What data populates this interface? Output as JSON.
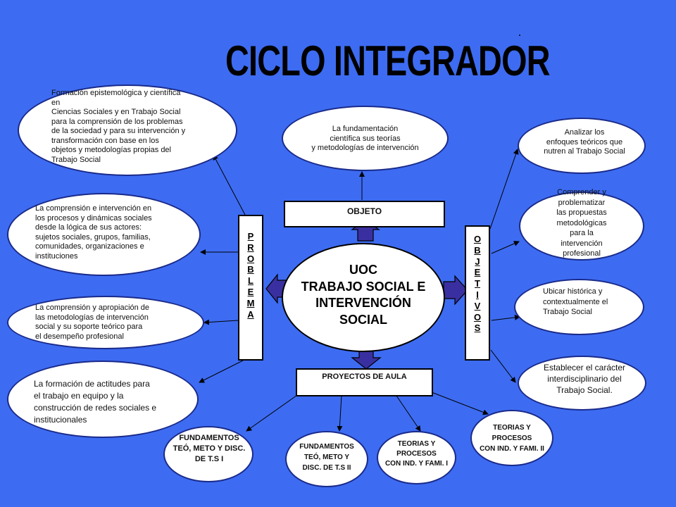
{
  "title": "CICLO INTEGRADOR",
  "center": [
    "UOC",
    "TRABAJO SOCIAL  E",
    "INTERVENCIÓN",
    "SOCIAL"
  ],
  "objeto": {
    "label": "OBJETO",
    "text": [
      "La fundamentación",
      "científica sus teorías",
      "y metodologías de intervención"
    ]
  },
  "problema": {
    "letters": [
      "P",
      "R",
      "O",
      "B",
      "L",
      "E",
      "M",
      "A"
    ],
    "items": [
      [
        "Formación epistemológica y científica",
        "en",
        " Ciencias Sociales y en Trabajo Social",
        "para la comprensión de los problemas",
        "de la sociedad y para su intervención  y",
        "transformación con base en los",
        " objetos y metodologías propias del",
        "Trabajo Social"
      ],
      [
        "La comprensión e intervención en",
        "los procesos y dinámicas sociales",
        "desde la lógica de sus actores:",
        "sujetos sociales, grupos, familias,",
        "comunidades, organizaciones e",
        "instituciones"
      ],
      [
        "La comprensión y apropiación de",
        "las metodologías de intervención",
        " social y su soporte teórico para",
        "el desempeño profesional"
      ],
      [
        "La   formación de actitudes para",
        "el trabajo en equipo y la",
        "construcción de redes sociales e",
        "institucionales"
      ]
    ]
  },
  "objetivos": {
    "letters": [
      "O",
      "B",
      "J",
      "E",
      "T",
      "I",
      "V",
      "O",
      "S"
    ],
    "items": [
      [
        "Analizar los",
        "enfoques teóricos que",
        "nutren al Trabajo Social"
      ],
      [
        "Comprender y",
        "problematizar",
        "las propuestas",
        "metodológicas",
        "para la",
        "intervención",
        "profesional"
      ],
      [
        "Ubicar histórica y",
        "    contextualmente el",
        "Trabajo Social"
      ],
      [
        "Establecer el carácter",
        "interdisciplinario del",
        "Trabajo Social."
      ]
    ]
  },
  "proyectos": {
    "label": "PROYECTOS DE AULA",
    "items": [
      [
        "FUNDAMENTOS",
        "TEÓ, METO Y DISC.",
        "DE T.S I"
      ],
      [
        "FUNDAMENTOS",
        "TEÓ, METO Y",
        "DISC. DE T.S II"
      ],
      [
        "TEORIAS Y",
        "PROCESOS",
        "CON IND. Y FAMI.  I"
      ],
      [
        "TEORIAS Y",
        "PROCESOS",
        "CON IND. Y FAMI.  II"
      ]
    ]
  },
  "colors": {
    "background": "#3d6cf2",
    "ellipse_border": "#1a2a8a",
    "arrow_fill": "#3a2fa0"
  }
}
